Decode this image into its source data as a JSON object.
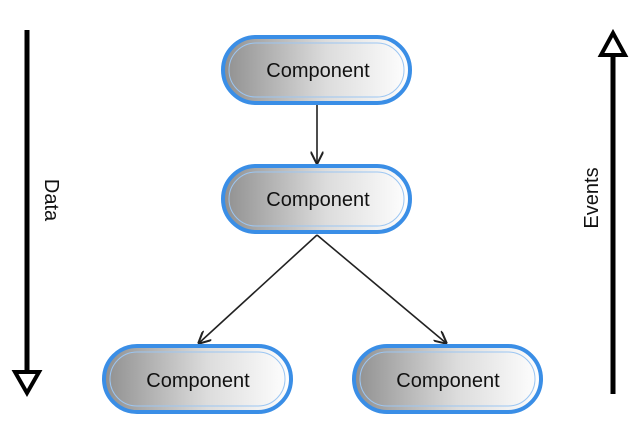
{
  "diagram": {
    "nodes": [
      {
        "id": "root",
        "label": "Component"
      },
      {
        "id": "middle",
        "label": "Component"
      },
      {
        "id": "left-child",
        "label": "Component"
      },
      {
        "id": "right-child",
        "label": "Component"
      }
    ],
    "edges": [
      {
        "from": "root",
        "to": "middle"
      },
      {
        "from": "middle",
        "to": "left-child"
      },
      {
        "from": "middle",
        "to": "right-child"
      }
    ],
    "data_arrow": {
      "label": "Data",
      "direction": "down"
    },
    "events_arrow": {
      "label": "Events",
      "direction": "up"
    }
  },
  "colors": {
    "node_border": "#3a8ee6",
    "node_gradient_start": "#8f8f8f",
    "node_gradient_end": "#ffffff",
    "arrow": "#000000",
    "edge": "#222222"
  }
}
